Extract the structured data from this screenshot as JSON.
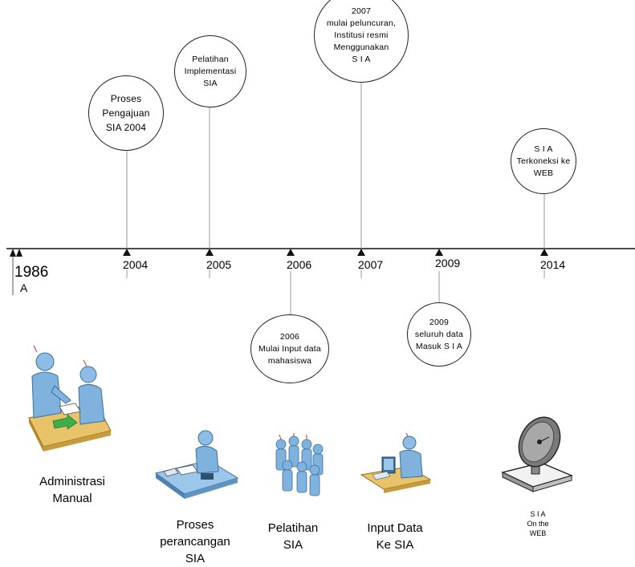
{
  "timeline": {
    "start_year": "1986",
    "start_fragment": "A",
    "years": [
      "2004",
      "2005",
      "2006",
      "2007",
      "2009",
      "2014"
    ]
  },
  "milestones": [
    {
      "text": "Proses\nPengajuan\nSIA 2004"
    },
    {
      "text": "Pelatihan\nImplementasi\nSIA"
    },
    {
      "text": "2007\nmulai peluncuran,\nInstitusi resmi\nMenggunakan\nS I A"
    },
    {
      "text": "S I A\nTerkoneksi ke\nWEB"
    },
    {
      "text": "2006\nMulai Input data\nmahasiswa"
    },
    {
      "text": "2009\nseluruh data\nMasuk S I A"
    }
  ],
  "stages": [
    {
      "label": "Administrasi\nManual",
      "icon": "meeting-people-icon"
    },
    {
      "label": "Proses\nperancangan\nSIA",
      "icon": "person-at-desk-icon"
    },
    {
      "label": "Pelatihan\nSIA",
      "icon": "training-group-icon"
    },
    {
      "label": "Input Data\nKe SIA",
      "icon": "person-at-computer-icon"
    },
    {
      "label": "S I A\nOn the\nWEB",
      "icon": "satellite-dish-icon"
    }
  ],
  "colors": {
    "figure": "#7fb2dc",
    "figure_dark": "#3d6f9e",
    "desk": "#e8c36a",
    "arrow": "#3cae4a"
  }
}
